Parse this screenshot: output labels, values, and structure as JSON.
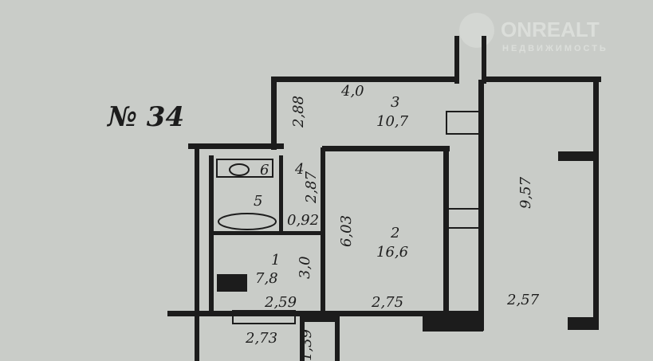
{
  "plan": {
    "number": "№ 34",
    "watermark": {
      "brand": "ONREALT",
      "subtitle": "НЕДВИЖИМОСТЬ"
    },
    "rooms": [
      {
        "id": "1",
        "area": "7,8"
      },
      {
        "id": "2",
        "area": "16,6"
      },
      {
        "id": "3",
        "area": "10,7"
      },
      {
        "id": "4"
      },
      {
        "id": "5"
      },
      {
        "id": "6"
      }
    ],
    "dimensions": {
      "room3_width": "4,0",
      "room3_depth": "2,88",
      "bath_depth": "2,87",
      "hall_small": "0,92",
      "kitchen_depth": "3,0",
      "kitchen_width": "2,59",
      "room2_depth": "6,03",
      "room2_width": "2,75",
      "big_room_depth": "9,57",
      "big_room_width": "2,57",
      "stair_width": "2,73",
      "stair_depth": "1,39"
    }
  }
}
